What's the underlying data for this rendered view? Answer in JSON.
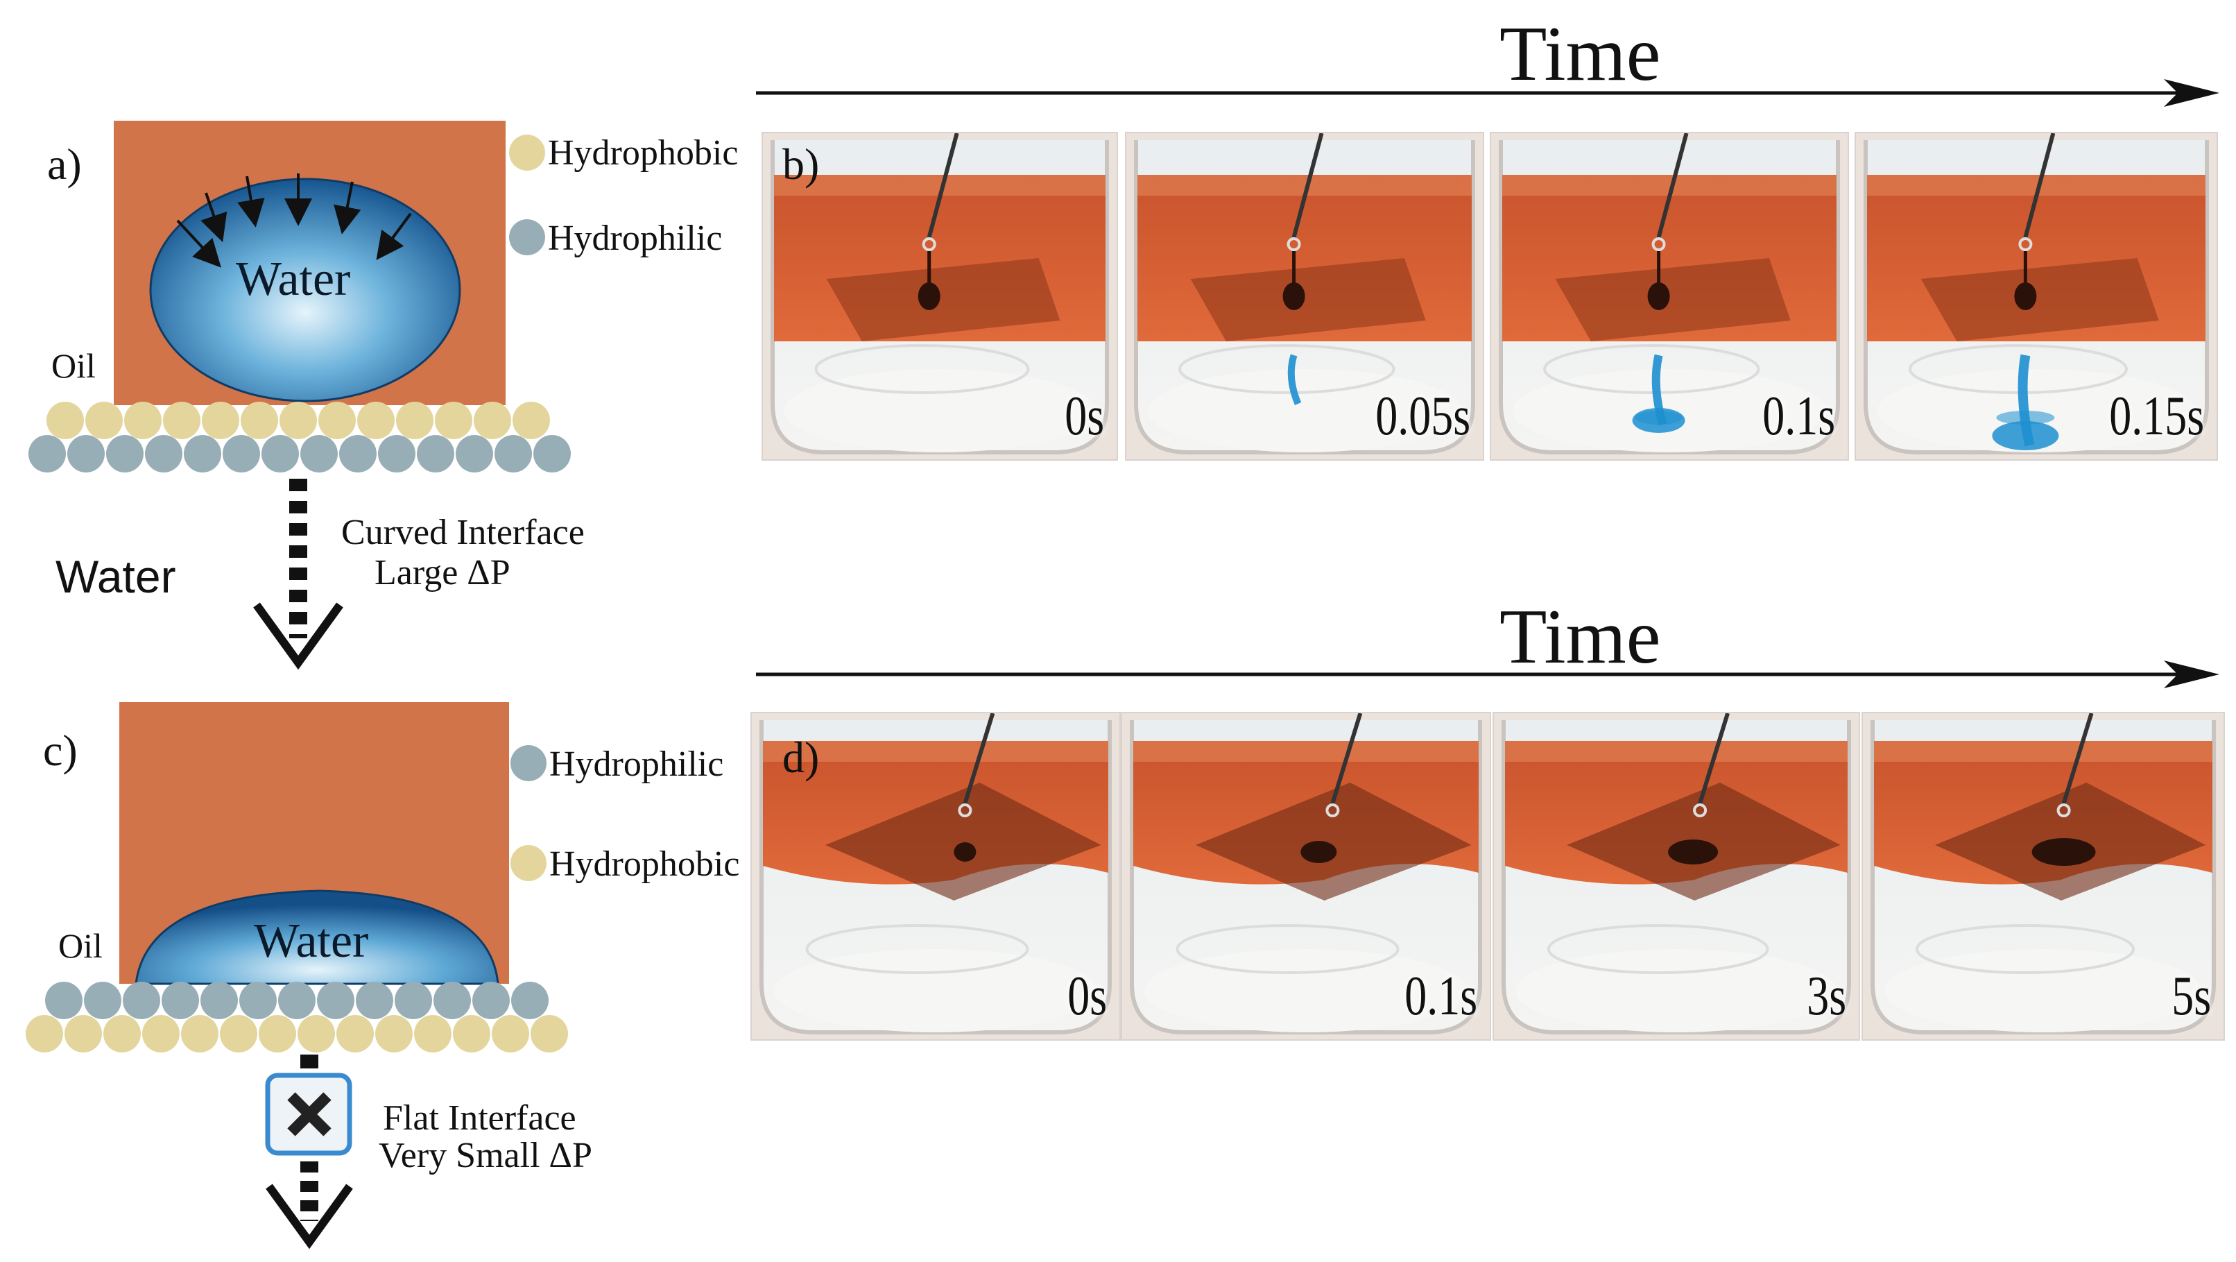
{
  "panel_a": {
    "letter": "a)",
    "drop_label": "Water",
    "oil_label": "Oil",
    "legend": [
      {
        "label": "Hydrophobic",
        "color": "#e3d59c"
      },
      {
        "label": "Hydrophilic",
        "color": "#98aeb6"
      }
    ],
    "side_label": "Water",
    "arrow_text": [
      "Curved Interface",
      "Large ΔP"
    ]
  },
  "panel_b": {
    "letter": "b)",
    "time_header": "Time",
    "frames": [
      "0s",
      "0.05s",
      "0.1s",
      "0.15s"
    ]
  },
  "panel_c": {
    "letter": "c)",
    "drop_label": "Water",
    "oil_label": "Oil",
    "legend": [
      {
        "label": "Hydrophilic",
        "color": "#98aeb6"
      },
      {
        "label": "Hydrophobic",
        "color": "#e3d59c"
      }
    ],
    "arrow_text": [
      "Flat Interface",
      "Very Small ΔP"
    ]
  },
  "panel_d": {
    "letter": "d)",
    "time_header": "Time",
    "frames": [
      "0s",
      "0.1s",
      "3s",
      "5s"
    ]
  },
  "colors": {
    "oil": "#d2744a",
    "hydrophobic": "#e3d59c",
    "hydrophilic": "#98aeb6",
    "water_dark": "#1c5f9c",
    "water_light": "#d8eefa"
  }
}
